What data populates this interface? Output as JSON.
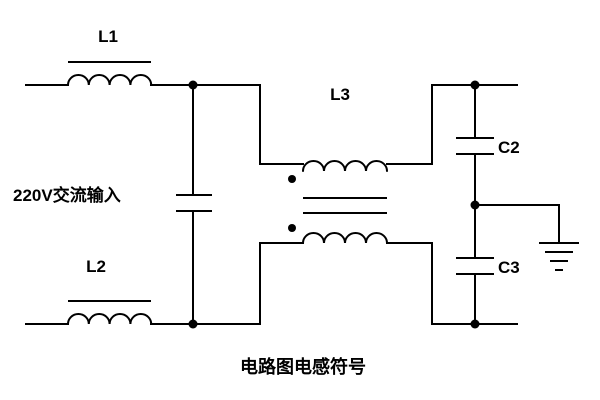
{
  "labels": {
    "l1": "L1",
    "l2": "L2",
    "l3": "L3",
    "c2": "C2",
    "c3": "C3",
    "input": "220V交流输入",
    "caption": "电路图电感符号"
  }
}
